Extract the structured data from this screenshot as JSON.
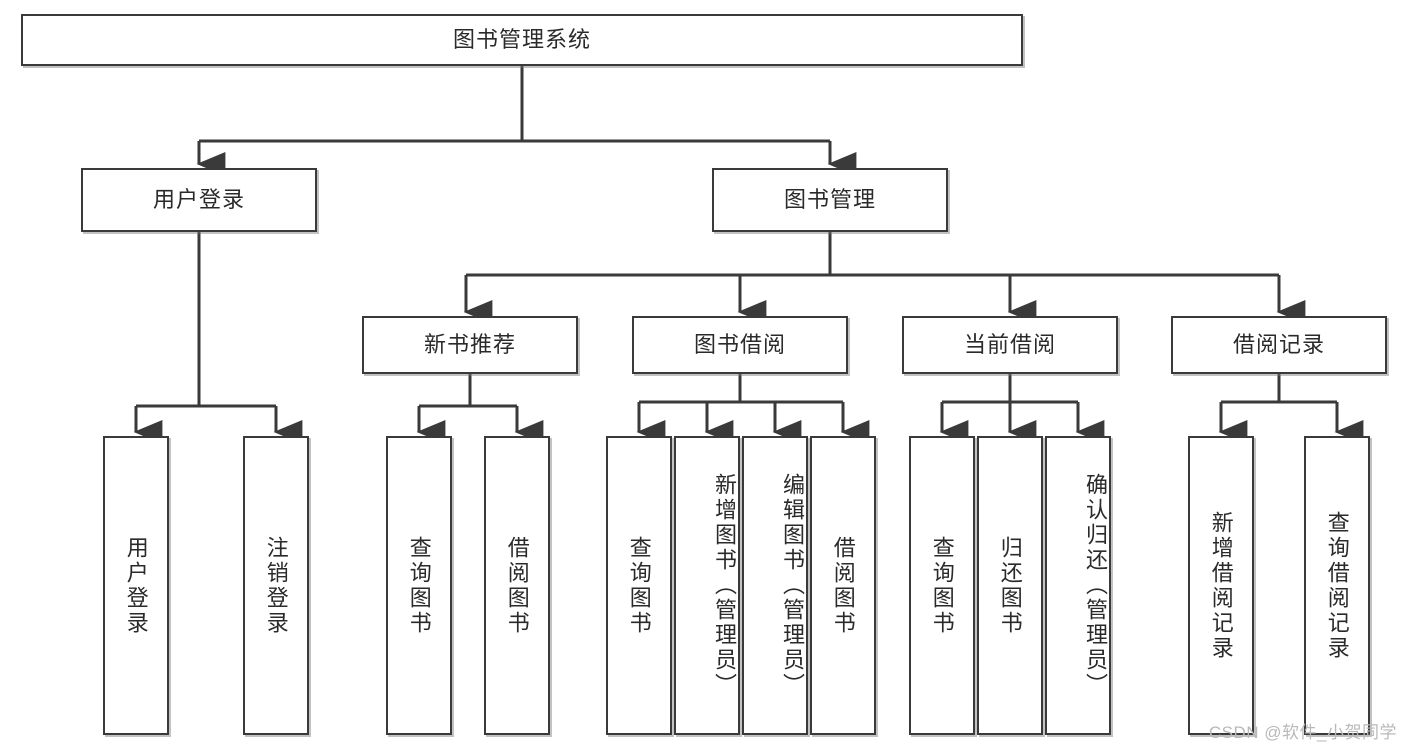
{
  "diagram": {
    "title": "图书管理系统",
    "type": "tree",
    "theme": {
      "border_color": "#3a3a3a",
      "fill_color": "#ffffff",
      "text_color": "#2a2a2a",
      "connector_color": "#3a3a3a",
      "background": "#ffffff",
      "watermark_color": "#b9b9b9"
    },
    "root": {
      "id": "root",
      "label": "图书管理系统"
    },
    "level1": [
      {
        "id": "user-login",
        "label": "用户登录"
      },
      {
        "id": "book-manage",
        "label": "图书管理"
      }
    ],
    "level2": [
      {
        "id": "new-book-recommend",
        "label": "新书推荐",
        "parent": "book-manage"
      },
      {
        "id": "book-borrow",
        "label": "图书借阅",
        "parent": "book-manage"
      },
      {
        "id": "current-borrow",
        "label": "当前借阅",
        "parent": "book-manage"
      },
      {
        "id": "borrow-record",
        "label": "借阅记录",
        "parent": "book-manage"
      }
    ],
    "leaves": [
      {
        "id": "leaf-user-login",
        "label": "用户登录",
        "parent": "user-login"
      },
      {
        "id": "leaf-user-logout",
        "label": "注销登录",
        "parent": "user-login"
      },
      {
        "id": "leaf-query-book-1",
        "label": "查询图书",
        "parent": "new-book-recommend"
      },
      {
        "id": "leaf-borrow-book-1",
        "label": "借阅图书",
        "parent": "new-book-recommend"
      },
      {
        "id": "leaf-query-book-2",
        "label": "查询图书",
        "parent": "book-borrow"
      },
      {
        "id": "leaf-add-book",
        "label": "新增图书（管理员）",
        "parent": "book-borrow"
      },
      {
        "id": "leaf-edit-book",
        "label": "编辑图书（管理员）",
        "parent": "book-borrow"
      },
      {
        "id": "leaf-borrow-book-2",
        "label": "借阅图书",
        "parent": "book-borrow"
      },
      {
        "id": "leaf-query-book-3",
        "label": "查询图书",
        "parent": "current-borrow"
      },
      {
        "id": "leaf-return-book",
        "label": "归还图书",
        "parent": "current-borrow"
      },
      {
        "id": "leaf-confirm-return",
        "label": "确认归还（管理员）",
        "parent": "current-borrow"
      },
      {
        "id": "leaf-add-record",
        "label": "新增借阅记录",
        "parent": "borrow-record"
      },
      {
        "id": "leaf-query-record",
        "label": "查询借阅记录",
        "parent": "borrow-record"
      }
    ],
    "watermark": "CSDN @软件_小贺同学"
  }
}
